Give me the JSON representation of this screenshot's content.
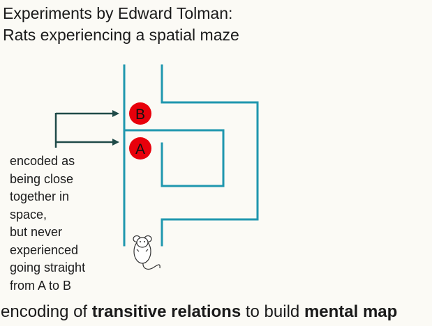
{
  "title": {
    "line1": "Experiments by Edward Tolman:",
    "line2": "Rats experiencing a spatial maze"
  },
  "markers": [
    {
      "label": "B",
      "color": "#e8000b"
    },
    {
      "label": "A",
      "color": "#e8000b"
    }
  ],
  "note_lines": [
    "encoded as",
    "being close",
    "together in",
    "space,",
    "but never",
    "experienced",
    "going straight",
    "from A to B"
  ],
  "bottom_caption": {
    "part1": "encoding of ",
    "bold1": "transitive relations",
    "part2": " to build ",
    "bold2": "mental map"
  },
  "colors": {
    "maze": "#1f97ae",
    "arrow": "#1f4a48",
    "marker": "#e8000b"
  },
  "icons": [
    "rat-icon"
  ]
}
